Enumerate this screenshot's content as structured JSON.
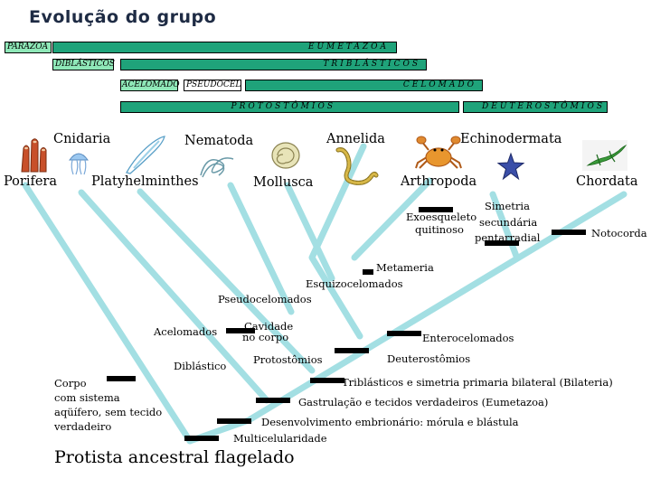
{
  "title": "Evolução do grupo",
  "bars": {
    "parazoa": "PARAZOA",
    "eumetazoa": "EUMETAZOA",
    "diblasticos": "DIBLÁSTICOS",
    "triblasticos": "TRIBLÁSTICOS",
    "acelomado": "ACELOMADO",
    "pseudocel": "PSEUDOCEL",
    "celomado": "CELOMADO",
    "protostomios": "PROTOSTÔMIOS",
    "deuterostomios": "DEUTEROSTÔMIOS"
  },
  "taxa": {
    "porifera": "Porifera",
    "cnidaria": "Cnidaria",
    "platyhelminthes": "Platyhelminthes",
    "nematoda": "Nematoda",
    "mollusca": "Mollusca",
    "annelida": "Annelida",
    "arthropoda": "Arthropoda",
    "echinodermata": "Echinodermata",
    "chordata": "Chordata"
  },
  "characters": {
    "simetria_line1": "Simetria",
    "simetria_line2": "secundária",
    "simetria_line3": "pentarradial",
    "exoesqueleto_line1": "Exoesqueleto",
    "exoesqueleto_line2": "quitinoso",
    "notocorda": "Notocorda",
    "metameria": "Metameria",
    "esquizocelomados": "Esquizocelomados",
    "pseudocelomados": "Pseudocelomados",
    "acelomados": "Acelomados",
    "cavidade_line1": "Cavidade",
    "cavidade_line2": "no corpo",
    "enterocelomados": "Enterocelomados",
    "diblastico": "Diblástico",
    "protostomios": "Protostômios",
    "deuterostomios": "Deuterostômios",
    "corpo_line1": "Corpo",
    "corpo_line2": "com sistema",
    "corpo_line3": "aqüífero, sem tecido",
    "corpo_line4": "verdadeiro",
    "bilateria": "Triblásticos e simetria primaria bilateral (Bilateria)",
    "eumetazoa": "Gastrulação e tecidos verdadeiros (Eumetazoa)",
    "desenvolvimento": "Desenvolvimento embrionário: mórula e blástula",
    "multicelularidade": "Multicelularidade",
    "ancestral": "Protista ancestral flagelado"
  },
  "colors": {
    "bar_dark": "#1fa37a",
    "bar_light": "#8fe8b8",
    "branch": "#a3dfe3",
    "title": "#1e2b44"
  },
  "icons": [
    "sponge-icon",
    "jellyfish-icon",
    "flatworm-icon",
    "roundworm-icon",
    "snail-icon",
    "earthworm-icon",
    "crab-icon",
    "starfish-icon",
    "lizard-icon"
  ]
}
